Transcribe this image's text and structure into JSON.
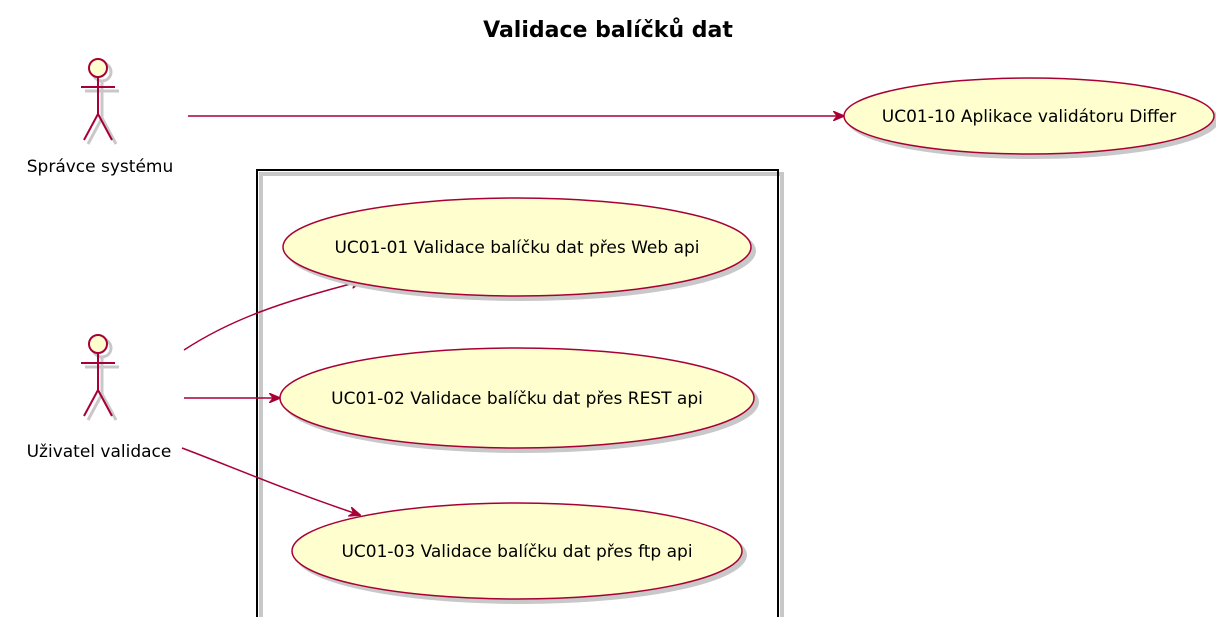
{
  "diagram": {
    "title": "Validace balíčků dat",
    "colors": {
      "actor_fill": "#FEFECE",
      "actor_stroke": "#A80036",
      "usecase_fill": "#FEFECE",
      "usecase_stroke": "#A80036",
      "arrow": "#A80036",
      "boundary": "#000000",
      "shadow": "#C8C8C8"
    },
    "actors": [
      {
        "id": "admin",
        "label": "Správce systému"
      },
      {
        "id": "user",
        "label": "Uživatel validace"
      }
    ],
    "use_cases": [
      {
        "id": "uc10",
        "label": "UC01-10 Aplikace validátoru Differ"
      },
      {
        "id": "uc01",
        "label": "UC01-01 Validace balíčku dat přes Web api"
      },
      {
        "id": "uc02",
        "label": "UC01-02 Validace balíčku dat přes REST api"
      },
      {
        "id": "uc03",
        "label": "UC01-03 Validace balíčku dat přes ftp api"
      }
    ],
    "relations": [
      {
        "from": "admin",
        "to": "uc10"
      },
      {
        "from": "user",
        "to": "uc01"
      },
      {
        "from": "user",
        "to": "uc02"
      },
      {
        "from": "user",
        "to": "uc03"
      }
    ]
  }
}
